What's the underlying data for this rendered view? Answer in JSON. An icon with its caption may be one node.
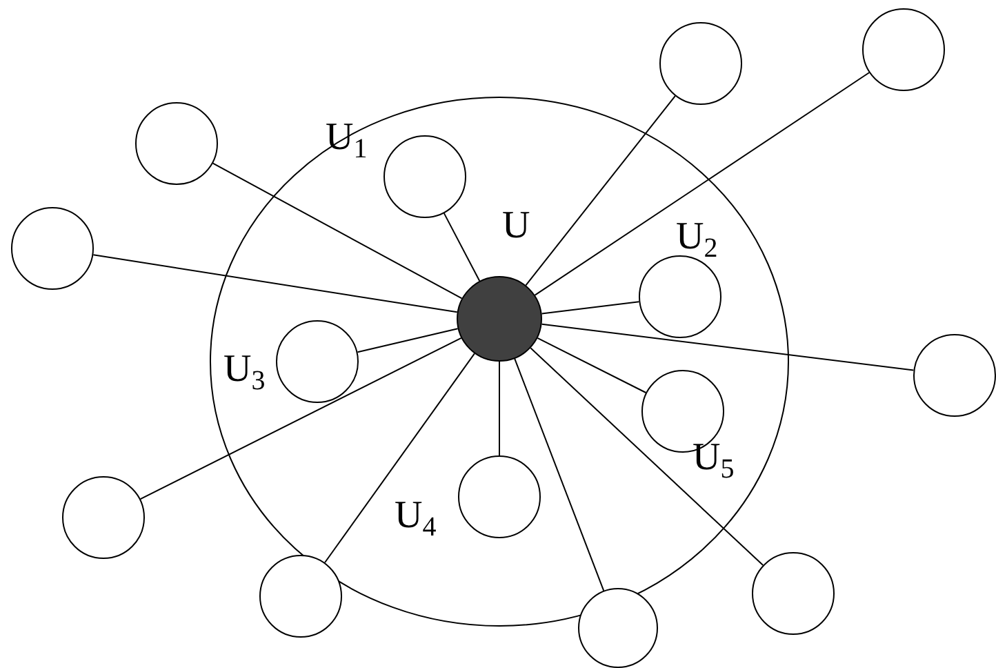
{
  "diagram": {
    "nodes": [
      {
        "text": [
          "U"
        ]
      },
      {
        "text": [],
        "shape": "circle",
        "in": 0
      },
      {
        "text": [],
        "shape": "circle"
      },
      {
        "text": [],
        "shape": "circle"
      },
      {
        "text": [],
        "shape": "circle"
      },
      {
        "text": [],
        "shape": "circle",
        "in": 0
      },
      {
        "text": [],
        "shape": "circle"
      },
      {
        "text": [],
        "shape": "circle",
        "in": 0
      },
      {
        "text": [],
        "shape": "circle",
        "in": 0
      },
      {
        "text": [],
        "shape": "circle"
      },
      {
        "text": [],
        "shape": "circle",
        "in": 0
      },
      {
        "text": [],
        "shape": "circle",
        "in": 0
      },
      {
        "text": [],
        "shape": "circle"
      },
      {
        "text": [],
        "shape": "circle"
      },
      {
        "text": [],
        "shape": "circle"
      },
      {
        "text": [],
        "shape": "circle"
      }
    ],
    "edges": [
      {
        "from": 1,
        "to": 2,
        "arrow": "none"
      },
      {
        "from": 1,
        "to": 3,
        "arrow": "none"
      },
      {
        "from": 1,
        "to": 4,
        "arrow": "none"
      },
      {
        "from": 1,
        "to": 5,
        "arrow": "none"
      },
      {
        "from": 1,
        "to": 6,
        "arrow": "none"
      },
      {
        "from": 1,
        "to": 7,
        "arrow": "none"
      },
      {
        "from": 1,
        "to": 8,
        "arrow": "none"
      },
      {
        "from": 1,
        "to": 9,
        "arrow": "none"
      },
      {
        "from": 1,
        "to": 10,
        "arrow": "none"
      },
      {
        "from": 1,
        "to": 11,
        "arrow": "none"
      },
      {
        "from": 1,
        "to": 12,
        "arrow": "none"
      },
      {
        "from": 1,
        "to": 13,
        "arrow": "none"
      },
      {
        "from": 1,
        "to": 14,
        "arrow": "none"
      },
      {
        "from": 1,
        "to": 15,
        "arrow": "none"
      }
    ],
    "labels": [
      "U$_{1}$",
      "U$_{2}$",
      "U$_{3}$",
      "U$_{4}$",
      "U$_{5}$"
    ]
  }
}
